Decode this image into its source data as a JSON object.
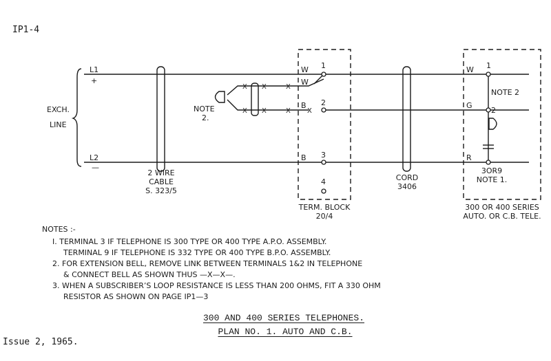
{
  "page": {
    "ref": "IP1-4",
    "issue": "Issue 2, 1965.",
    "title_line1": "300 AND 400 SERIES TELEPHONES.",
    "title_line2": "PLAN NO. 1.  AUTO AND C.B."
  },
  "diagram": {
    "exch_line_label1": "EXCH.",
    "exch_line_label2": "LINE",
    "line1": "L1",
    "line1_sign": "+",
    "line2": "L2",
    "line2_sign": "—",
    "cable_label1": "2 WIRE",
    "cable_label2": "CABLE",
    "cable_label3": "S. 323/5",
    "note2_left1": "NOTE",
    "note2_left2": "2.",
    "term_block_label1": "TERM. BLOCK",
    "term_block_label2": "20/4",
    "term_w": "W",
    "term_w_link": "W",
    "term_b_mid": "B",
    "term_b_low": "B",
    "term_n1": "1",
    "term_n2": "2",
    "term_n3": "3",
    "term_n4": "4",
    "cross_mark": "X",
    "cord_label1": "CORD",
    "cord_label2": "3406",
    "tel_w": "W",
    "tel_g": "G",
    "tel_r": "R",
    "tel_n1": "1",
    "tel_n2": "2",
    "tel_note2": "NOTE 2",
    "tel_3or9": "3OR9",
    "tel_note1": "NOTE 1.",
    "tel_label1": "300 OR 400 SERIES",
    "tel_label2": "AUTO. OR C.B. TELE."
  },
  "notes": {
    "heading": "NOTES :-",
    "items": [
      "I.  TERMINAL 3 IF TELEPHONE IS  300 TYPE OR  400  TYPE A.P.O. ASSEMBLY.",
      "TERMINAL 9 IF TELEPHONE IS  332 TYPE OR  400  TYPE B.P.O. ASSEMBLY.",
      "2.  FOR EXTENSION BELL, REMOVE LINK BETWEEN TERMINALS 1&2 IN TELEPHONE",
      "& CONNECT BELL AS SHOWN THUS  —X—X—.",
      "3.  WHEN A SUBSCRIBER’S LOOP RESISTANCE IS LESS THAN 200 OHMS, FIT A 330 OHM",
      "RESISTOR AS SHOWN ON PAGE IP1—3"
    ]
  },
  "colors": {
    "ink": "#1a1a1a",
    "paper": "#ffffff"
  }
}
